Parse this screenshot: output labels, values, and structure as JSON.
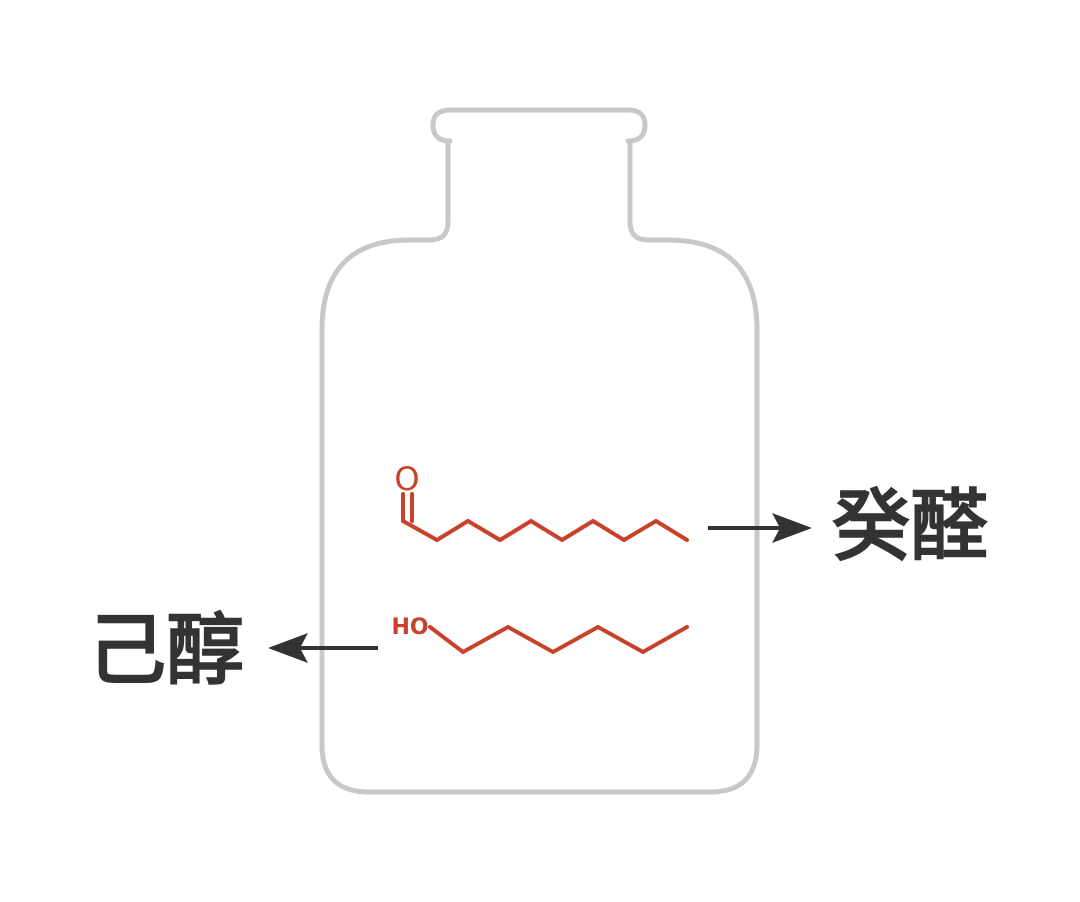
{
  "colors": {
    "bottle": "#c8c8c8",
    "molecule": "#c8412a",
    "text": "#333333"
  },
  "molecules": {
    "decanal": {
      "atom_label": "O",
      "name_label": "癸醛"
    },
    "hexanol": {
      "atom_label": "HO",
      "name_label": "己醇"
    }
  }
}
